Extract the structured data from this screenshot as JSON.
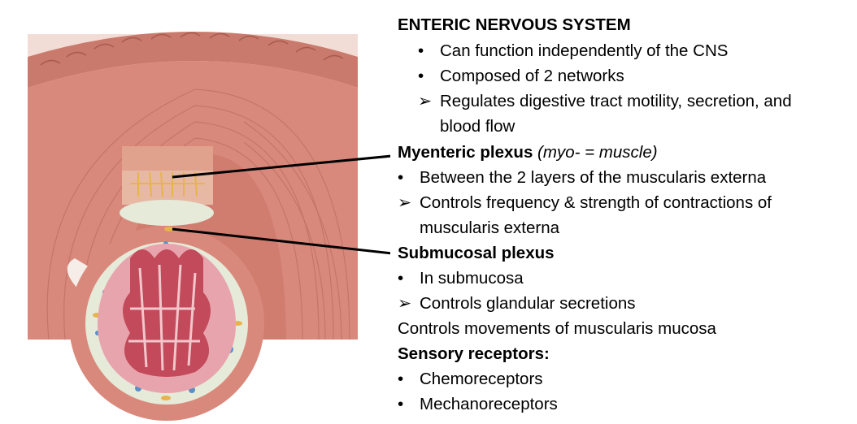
{
  "title": "ENTERIC NERVOUS SYSTEM",
  "intro": {
    "bullets": [
      "Can function independently of the CNS",
      "Composed of 2 networks"
    ],
    "arrow_line1": "Regulates digestive tract motility, secretion, and",
    "arrow_line2": "blood flow"
  },
  "myenteric": {
    "heading": "Myenteric plexus",
    "note": "(myo- = muscle)",
    "bullet": "Between the 2 layers of the muscularis externa",
    "arrow_line1": "Controls frequency & strength of contractions of",
    "arrow_line2": "muscularis externa"
  },
  "submucosal": {
    "heading": "Submucosal plexus",
    "bullet": "In submucosa",
    "arrow": "Controls glandular secretions"
  },
  "mucosa_line": "Controls movements of muscularis mucosa",
  "sensory": {
    "heading": "Sensory receptors:",
    "items": [
      "Chemoreceptors",
      "Mechanoreceptors"
    ]
  },
  "markers": {
    "bullet": "•",
    "arrow": "➢"
  },
  "colors": {
    "serosa": "#c97a6c",
    "muscle": "#d9897c",
    "submucosa": "#e6ead8",
    "mucosa": "#e8a4ac",
    "lumen": "#c24a5a",
    "nerve": "#e8b34a"
  }
}
